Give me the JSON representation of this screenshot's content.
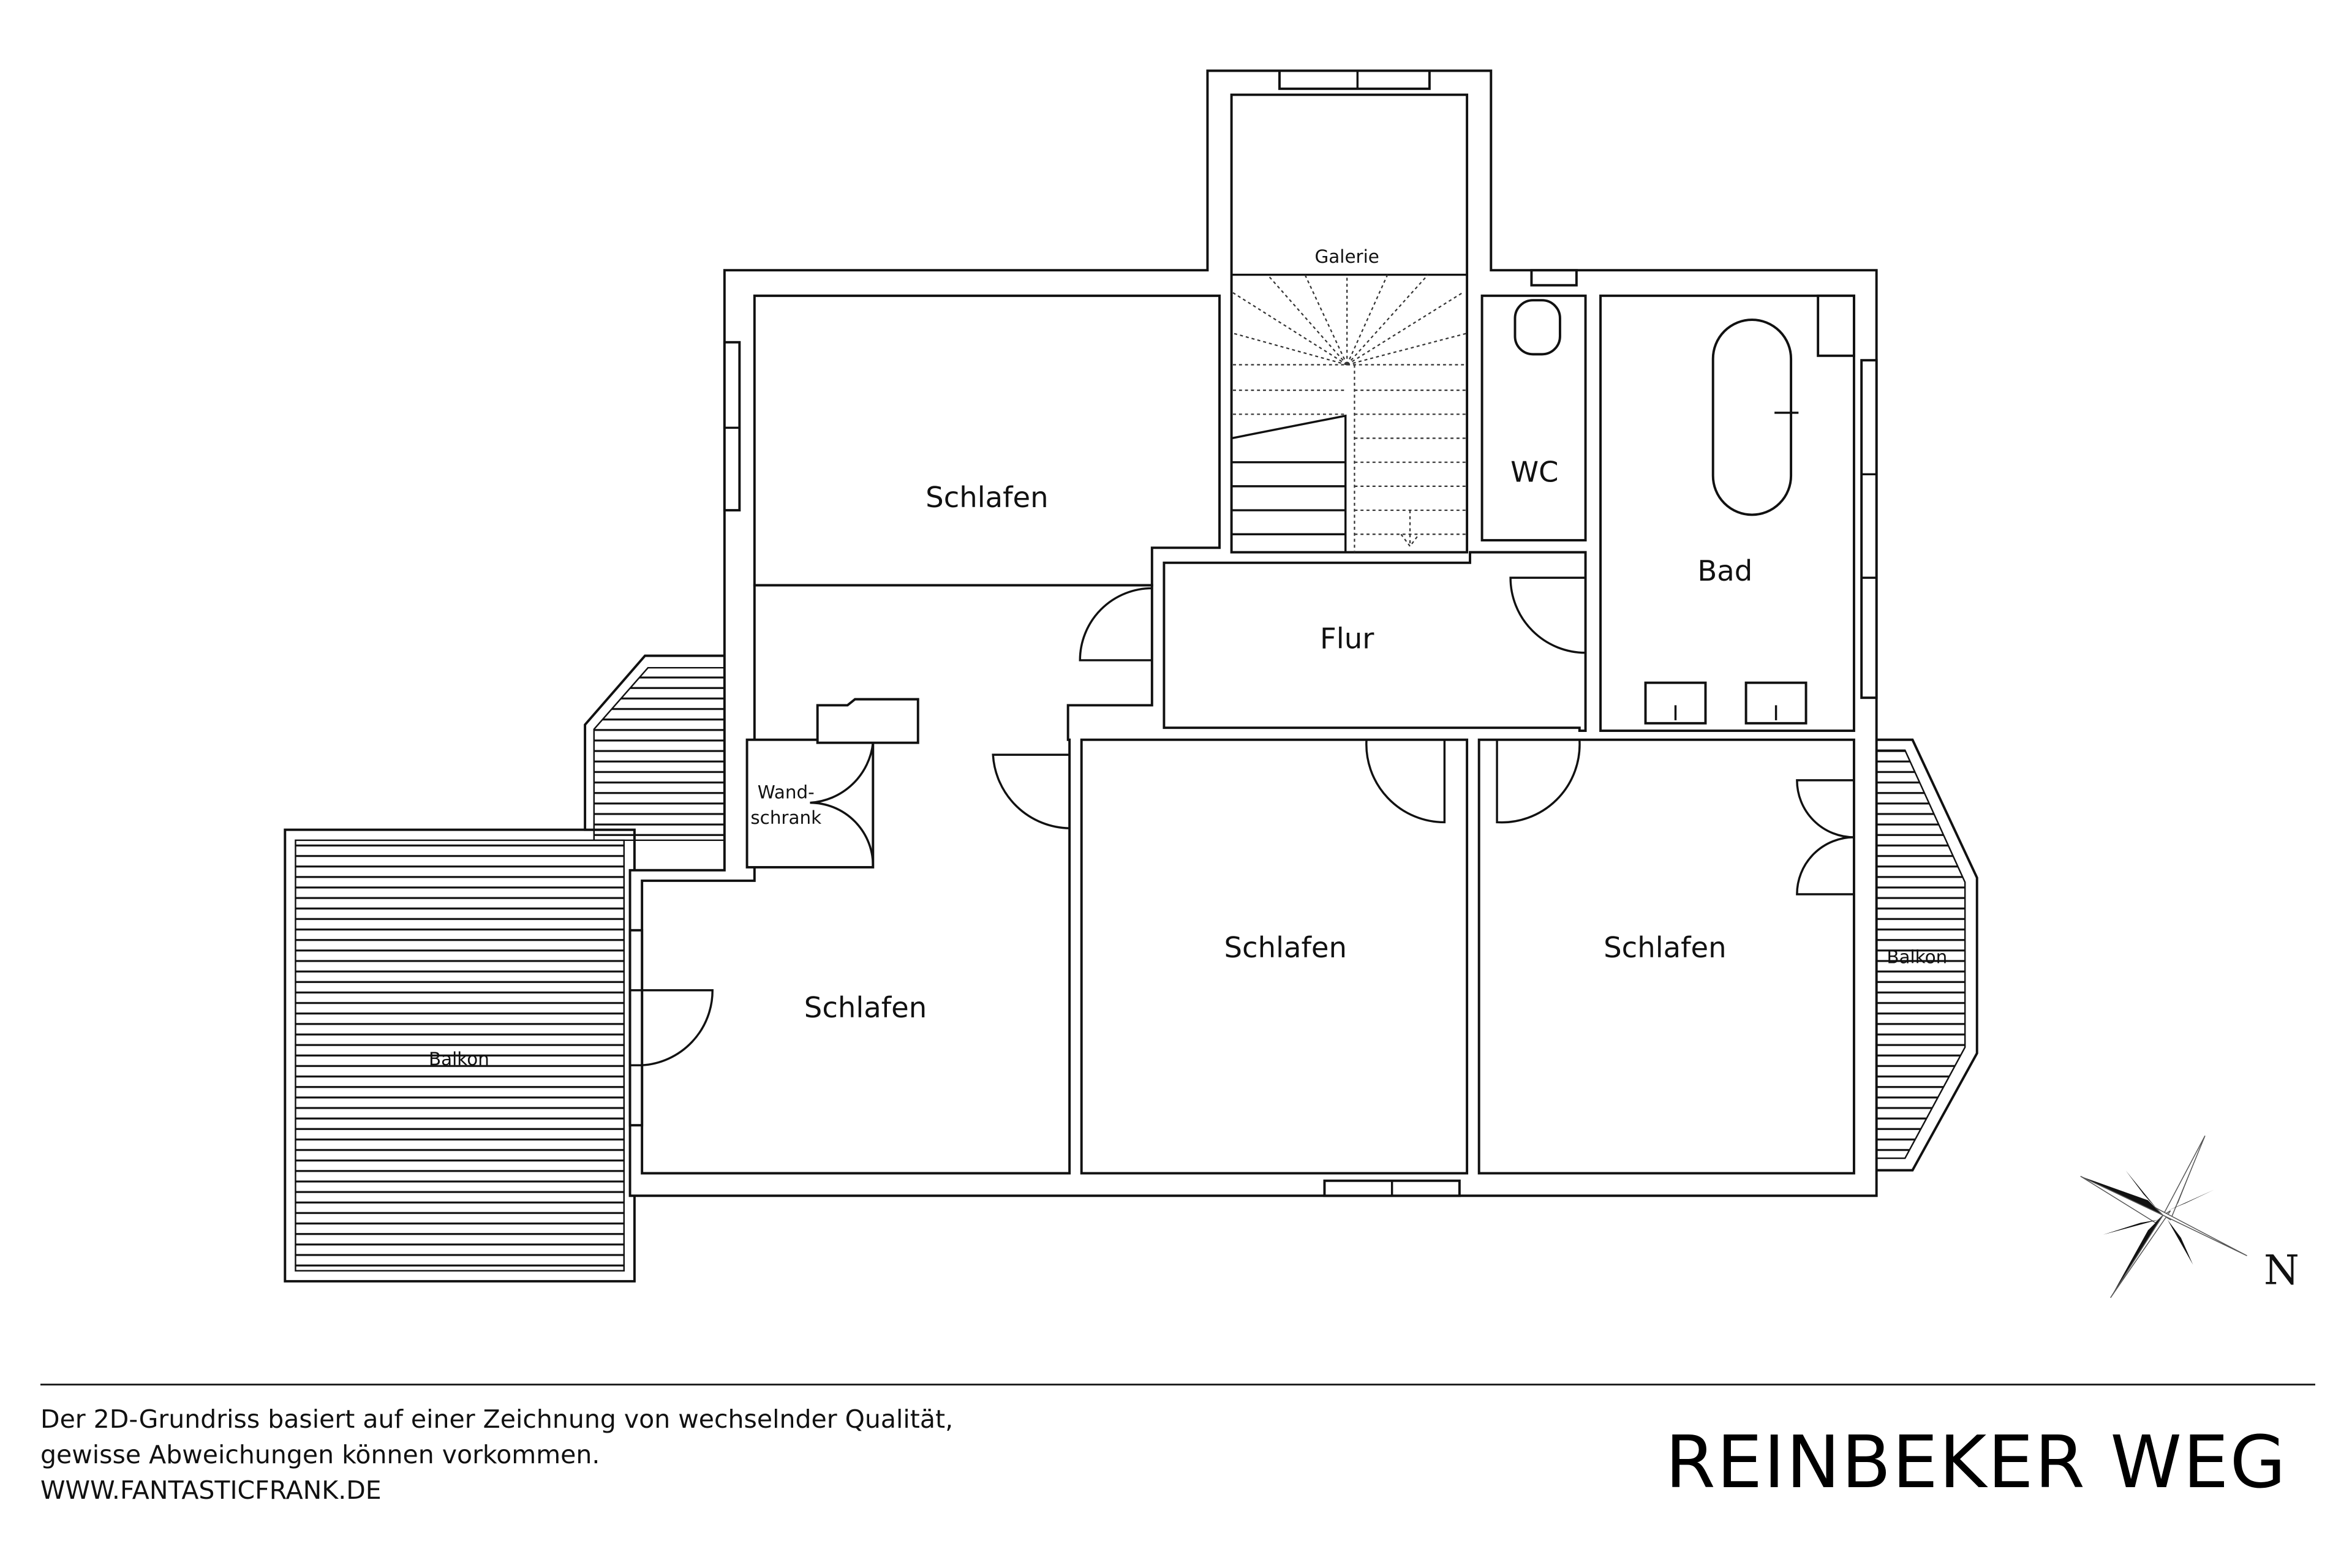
{
  "plan": {
    "rooms": {
      "galerie": "Galerie",
      "schlafen_top_left": "Schlafen",
      "wc": "WC",
      "bad": "Bad",
      "flur": "Flur",
      "wandschrank_1": "Wand-",
      "wandschrank_2": "schrank",
      "schlafen_bottom_left": "Schlafen",
      "schlafen_middle": "Schlafen",
      "schlafen_right": "Schlafen",
      "balkon_left": "Balkon",
      "balkon_right": "Balkon"
    },
    "compass": {
      "label": "N",
      "icon": "compass-rose-icon"
    }
  },
  "footer": {
    "disclaimer_line1": "Der 2D-Grundriss basiert auf einer Zeichnung von wechselnder Qualität,",
    "disclaimer_line2": "gewisse Abweichungen können vorkommen.",
    "website": "WWW.FANTASTICFRANK.DE",
    "title": "REINBEKER WEG"
  }
}
